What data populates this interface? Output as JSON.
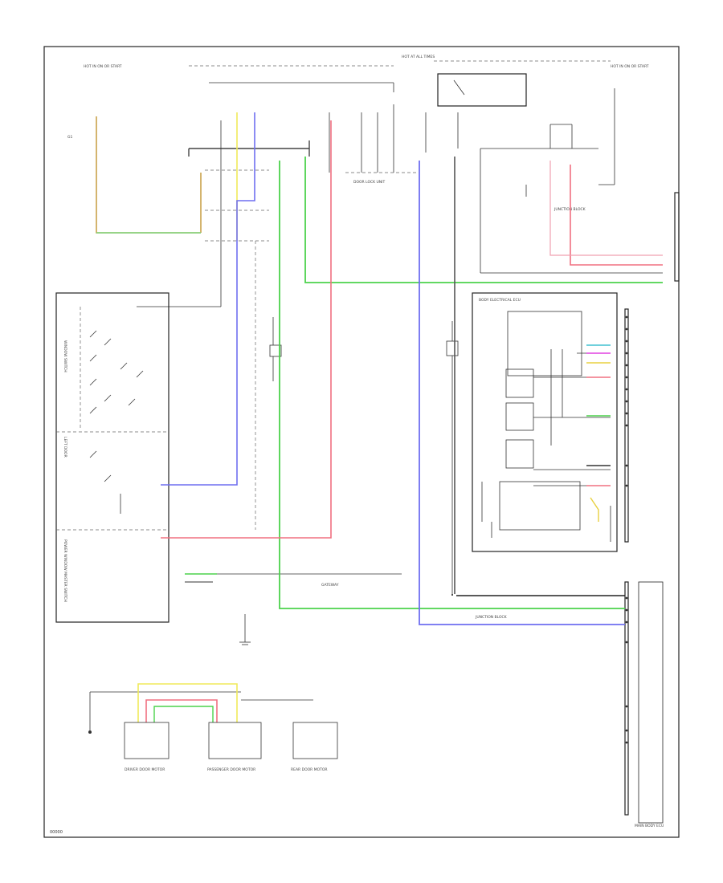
{
  "diagram": {
    "footer_code": "00000",
    "labels": {
      "left_ignition": "HOT IN ON OR START",
      "ground_left": "G1",
      "center_fuse": "HOT AT ALL TIMES",
      "right_hot": "HOT IN ON OR START",
      "junction_block": "JUNCTION BLOCK",
      "lock_unit": "DOOR LOCK UNIT",
      "body_ecu": "BODY ELECTRICAL ECU",
      "switch_group": "WINDOW SWITCH",
      "power_window": "POWER WINDOW MASTER SWITCH",
      "left_door": "LEFT DOOR",
      "bottom_left": "DRIVER DOOR MOTOR",
      "bottom_mid": "PASSENGER DOOR MOTOR",
      "bottom_right": "REAR DOOR MOTOR",
      "main_ecu": "MAIN BODY ECU",
      "gw": "GATEWAY"
    }
  }
}
